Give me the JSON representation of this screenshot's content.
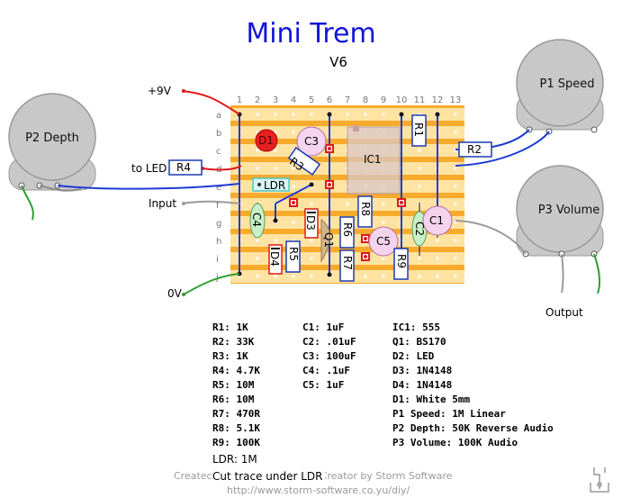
{
  "title": "Mini Trem",
  "version": "V6",
  "board": {
    "columns": [
      "1",
      "2",
      "3",
      "4",
      "5",
      "6",
      "7",
      "8",
      "9",
      "10",
      "11",
      "12",
      "13"
    ],
    "rows": [
      "a",
      "b",
      "c",
      "d",
      "e",
      "f",
      "g",
      "h",
      "i",
      "j"
    ]
  },
  "labels": {
    "plus9v": "+9V",
    "to_led": "to LED",
    "input": "Input",
    "zero_v": "0V",
    "output": "Output"
  },
  "pots": {
    "p1": "P1 Speed",
    "p2": "P2 Depth",
    "p3": "P3 Volume"
  },
  "components": {
    "r1": "R1",
    "r2": "R2",
    "r3": "R3",
    "r4": "R4",
    "r5": "R5",
    "r6": "R6",
    "r7": "R7",
    "r8": "R8",
    "r9": "R9",
    "c1": "C1",
    "c2": "C2",
    "c3": "C3",
    "c4": "C4",
    "c5": "C5",
    "d1": "D1",
    "d3": "D3",
    "d4": "D4",
    "q1": "Q1",
    "ic1": "IC1",
    "ldr": "LDR"
  },
  "bom": {
    "resistors": [
      "R1: 1K",
      "R2: 33K",
      "R3: 1K",
      "R4: 4.7K",
      "R5: 10M",
      "R6: 10M",
      "R7: 470R",
      "R8: 5.1K",
      "R9: 100K"
    ],
    "capacitors": [
      "C1: 1uF",
      "C2: .01uF",
      "C3: 100uF",
      "C4: .1uF",
      "C5: 1uF"
    ],
    "others": [
      "IC1: 555",
      "Q1: BS170",
      "D2: LED",
      "D3: 1N4148",
      "D4: 1N4148",
      "D1: White 5mm",
      "P1 Speed: 1M Linear",
      "P2 Depth: 50K Reverse Audio",
      "P3 Volume: 100K Audio"
    ],
    "ldr": "LDR: 1M",
    "note": "Cut trace under LDR"
  },
  "credits": {
    "line1_left": "Createc",
    "line1_right": "t Creator by Storm Software",
    "line2": "http://www.storm-software.co.yu/diy/"
  },
  "colors": {
    "board": "#f7ab2c",
    "strip": "#ffe3a3",
    "title": "#1414d8",
    "wire_blue": "#1c3bd4",
    "wire_red": "#e01818",
    "wire_green": "#2f9e2f",
    "resistor_border": "#1c3bb0",
    "ceramic_cap": "#c8f0c8",
    "electrolytic_cap": "#f4d4ec"
  }
}
